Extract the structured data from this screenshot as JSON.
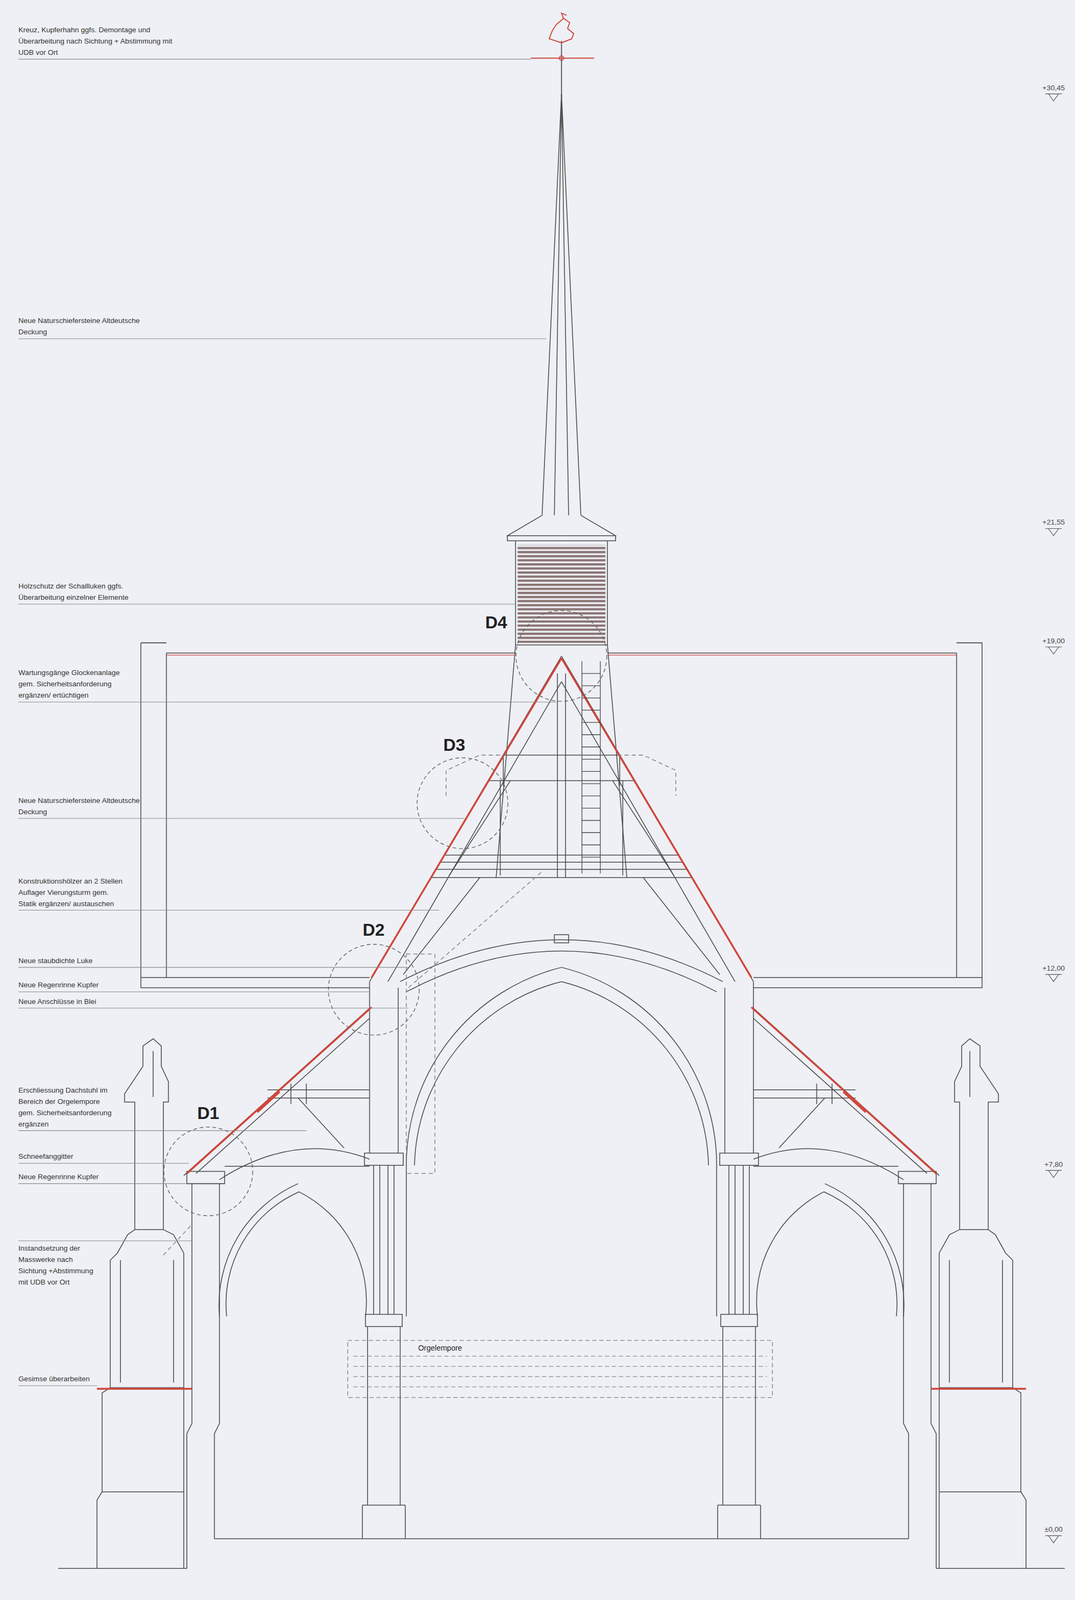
{
  "diagram": {
    "nodes": [
      {
        "text": [
          "D4"
        ]
      },
      {
        "text": [
          "D3"
        ]
      },
      {
        "text": [
          "D2"
        ]
      },
      {
        "text": [
          "D1"
        ]
      },
      {
        "text": [
          "Orgelempore"
        ]
      }
    ],
    "labels": [
      "Kreuz, Kupferhahn ggfs. Demontage und Überarbeitung nach Sichtung + Abstimmung mit UDB vor Ort",
      "+30,45",
      "Neue Naturschiefersteine Altdeutsche Deckung",
      "+21,55",
      "Holzschutz der Schallluken ggfs. Überarbeitung einzelner Elemente",
      "+19,00",
      "Wartungsgänge Glockenanlage gem. Sicherheitsanforderung ergänzen/ ertüchtigen",
      "Neue Naturschiefersteine Altdeutsche Deckung",
      "Konstruktionshölzer an 2 Stellen Auflager Vierungsturm gem. Statik ergänzen/ austauschen",
      "Neue staubdichte Luke",
      "+12,00",
      "Neue Regenrinne Kupfer",
      "Neue Anschlüsse in Blei",
      "Erschliessung Dachstuhl im Bereich der Orgelempore gem. Sicherheitsanforderung ergänzen",
      "Schneefanggitter",
      "+7,80",
      "Neue Regenrinne Kupfer",
      "Instandsetzung der Masswerke nach Sichtung +Abstimmung mit UDB vor Ort",
      "Gesimse überarbeiten",
      "±0,00"
    ]
  }
}
